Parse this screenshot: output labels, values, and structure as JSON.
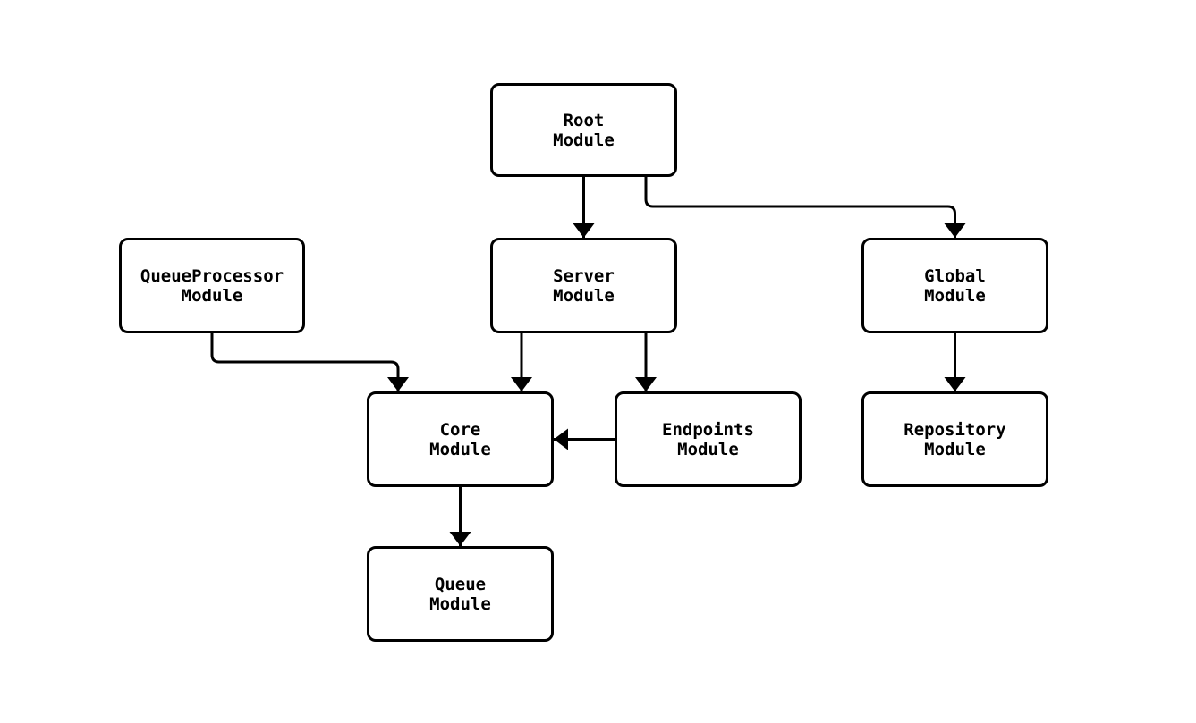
{
  "diagram": {
    "type": "flowchart",
    "background_color": "#ffffff",
    "stroke_color": "#000000",
    "text_color": "#000000",
    "nodes": [
      {
        "id": "root",
        "line1": "Root",
        "line2": "Module"
      },
      {
        "id": "queue-processor",
        "line1": "QueueProcessor",
        "line2": "Module"
      },
      {
        "id": "server",
        "line1": "Server",
        "line2": "Module"
      },
      {
        "id": "global",
        "line1": "Global",
        "line2": "Module"
      },
      {
        "id": "core",
        "line1": "Core",
        "line2": "Module"
      },
      {
        "id": "endpoints",
        "line1": "Endpoints",
        "line2": "Module"
      },
      {
        "id": "repository",
        "line1": "Repository",
        "line2": "Module"
      },
      {
        "id": "queue",
        "line1": "Queue",
        "line2": "Module"
      }
    ],
    "edges": [
      {
        "from": "root",
        "to": "server"
      },
      {
        "from": "root",
        "to": "global"
      },
      {
        "from": "queue-processor",
        "to": "core"
      },
      {
        "from": "server",
        "to": "core"
      },
      {
        "from": "server",
        "to": "endpoints"
      },
      {
        "from": "endpoints",
        "to": "core"
      },
      {
        "from": "global",
        "to": "repository"
      },
      {
        "from": "core",
        "to": "queue"
      }
    ]
  }
}
